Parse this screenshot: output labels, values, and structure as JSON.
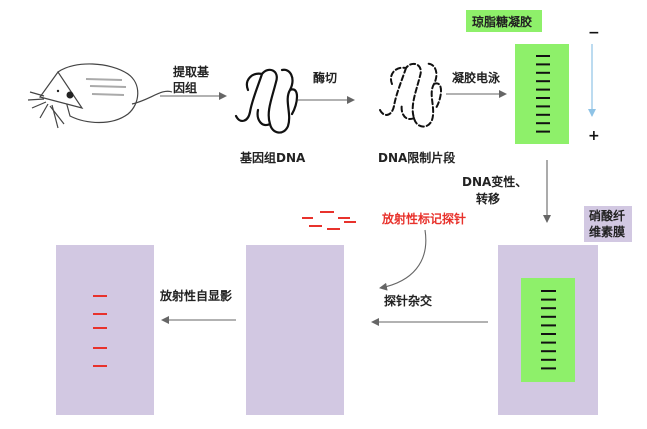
{
  "labels": {
    "extract_line1": "提取基",
    "extract_line2": "因组",
    "genomic_dna": "基因组DNA",
    "enzyme_cut": "酶切",
    "dna_fragments": "DNA限制片段",
    "gel_electrophoresis": "凝胶电泳",
    "agarose_gel": "琼脂糖凝胶",
    "minus_sign": "−",
    "plus_sign": "+",
    "denature_line1": "DNA变性、",
    "denature_line2": "转移",
    "nc_membrane_line1": "硝酸纤",
    "nc_membrane_line2": "维素膜",
    "radio_probe": "放射性标记探针",
    "hybridization": "探针杂交",
    "autoradiography": "放射性自显影"
  },
  "colors": {
    "gel_green": "#8ef06a",
    "membrane_purple": "#d2c8e2",
    "label_box_green": "#8ef06a",
    "probe_red": "#e8322c",
    "band_dark": "#111111",
    "electrode_arrow": "#8fc3e6"
  },
  "icons": {
    "mouse": "mouse-icon",
    "genomic_dna": "dna-coil-icon",
    "dna_fragments": "dashed-dna-coil-icon",
    "probe": "probe-dashes-icon"
  }
}
